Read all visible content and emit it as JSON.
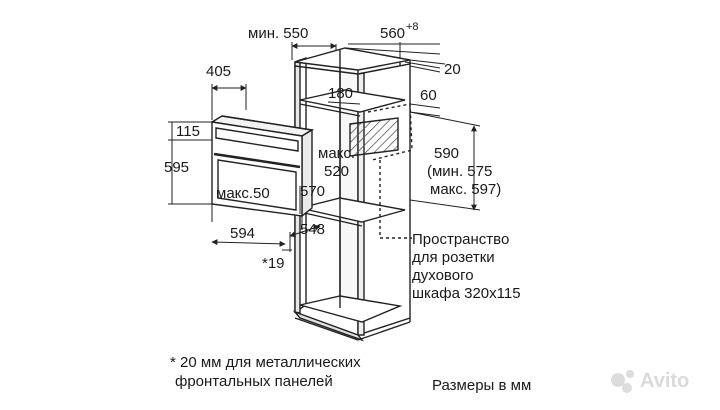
{
  "dimensions": {
    "min550": "мин. 550",
    "d560": "560",
    "d560_sup": "+8",
    "d20": "20",
    "d405": "405",
    "d180": "180",
    "d60": "60",
    "d115": "115",
    "max520_a": "макс.",
    "max520_b": "520",
    "d590": "590",
    "d590_min": "(мин. 575",
    "d590_max": "макс. 597)",
    "d595": "595",
    "max50": "макс.50",
    "d570": "570",
    "d594": "594",
    "d548": "548",
    "star19": "*19"
  },
  "notes": {
    "socket_1": "Пространство",
    "socket_2": "для розетки",
    "socket_3": "духового",
    "socket_4": "шкафа 320x115",
    "footnote_1": "* 20 мм для металлических",
    "footnote_2": "фронтальных панелей",
    "units": "Размеры в мм"
  },
  "watermark": {
    "text": "Avito"
  },
  "colors": {
    "line": "#222222",
    "wood": "#8a7a6a",
    "grid": "#555555"
  }
}
